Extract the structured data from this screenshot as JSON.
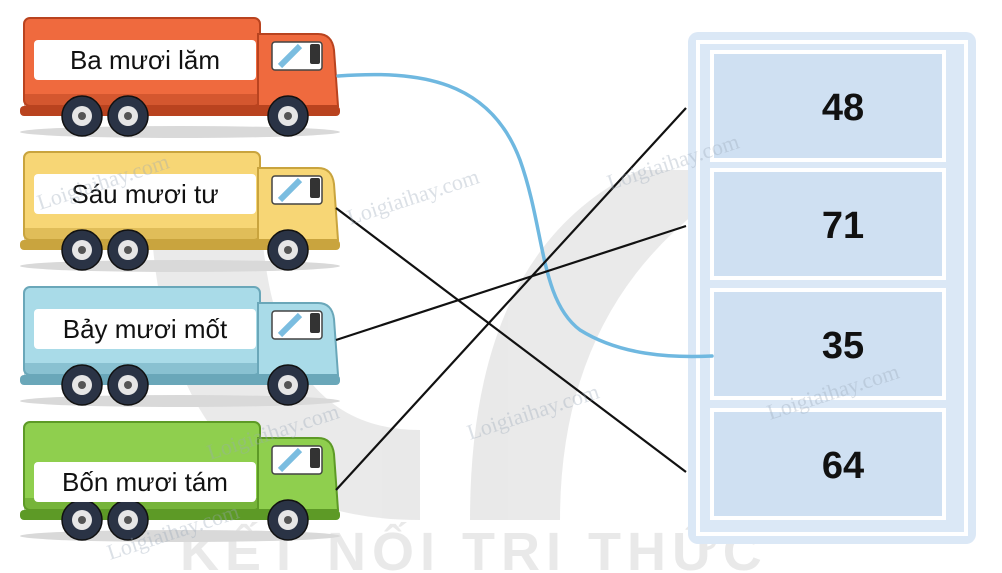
{
  "trucks": [
    {
      "label": "Ba mươi lăm",
      "color": "#ef6a3e",
      "dark": "#b9431f"
    },
    {
      "label": "Sáu mươi tư",
      "color": "#f7d675",
      "dark": "#c9a43e"
    },
    {
      "label": "Bảy mươi mốt",
      "color": "#a9dbe8",
      "dark": "#6aa7b9"
    },
    {
      "label": "Bốn mươi tám",
      "color": "#8fcf4e",
      "dark": "#5d9a26"
    }
  ],
  "numbers": [
    "48",
    "71",
    "35",
    "64"
  ],
  "connections": [
    {
      "from": "Ba mươi lăm",
      "to": "35",
      "style": "blue-curve"
    },
    {
      "from": "Sáu mươi tư",
      "to": "64",
      "style": "black-line"
    },
    {
      "from": "Bảy mươi mốt",
      "to": "71",
      "style": "black-line"
    },
    {
      "from": "Bốn mươi tám",
      "to": "48",
      "style": "black-line"
    }
  ],
  "watermarks": [
    "Loigiaihay.com",
    "Loigiaihay.com",
    "Loigiaihay.com",
    "Loigiaihay.com",
    "Loigiaihay.com",
    "Loigiaihay.com",
    "Loigiaihay.com"
  ],
  "publisher_text": "KẾT NỐI TRI THỨC",
  "colors": {
    "panel": "#dbe8f6",
    "panel_border": "#ffffff",
    "blue_line": "#6fb8e0",
    "black_line": "#111111"
  }
}
